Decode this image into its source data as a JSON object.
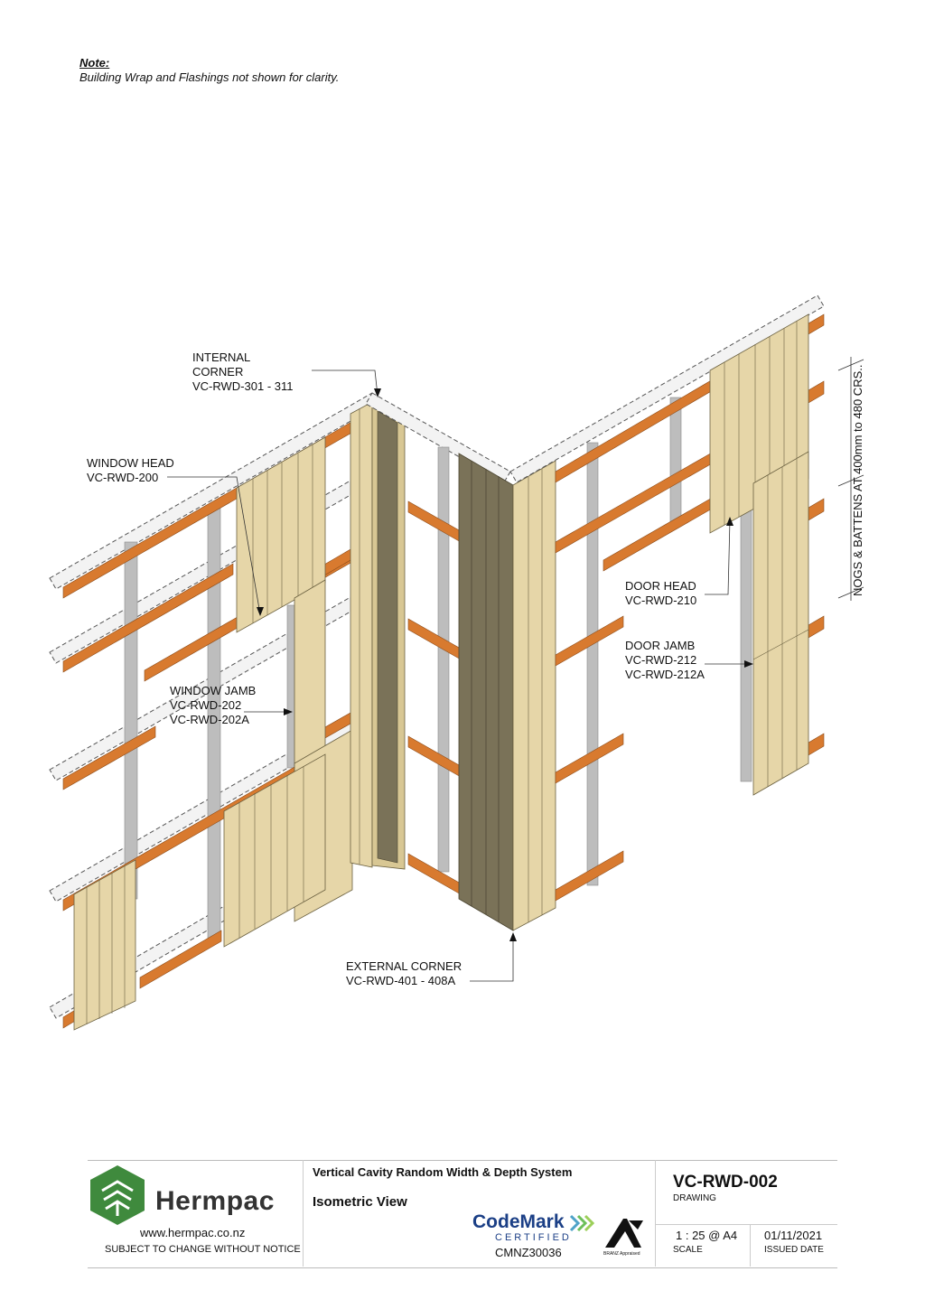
{
  "note": {
    "heading": "Note:",
    "text": "Building Wrap and Flashings not shown for clarity."
  },
  "labels": {
    "internal_corner": [
      "INTERNAL",
      "CORNER",
      "VC-RWD-301 - 311"
    ],
    "window_head": [
      "WINDOW HEAD",
      "VC-RWD-200"
    ],
    "window_jamb": [
      "WINDOW JAMB",
      "VC-RWD-202",
      "VC-RWD-202A"
    ],
    "door_head": [
      "DOOR HEAD",
      "VC-RWD-210"
    ],
    "door_jamb": [
      "DOOR JAMB",
      "VC-RWD-212",
      "VC-RWD-212A"
    ],
    "external_corner": [
      "EXTERNAL CORNER",
      "VC-RWD-401 - 408A"
    ],
    "nogs_battens": "NOGS & BATTENS AT 400mm to 480 CRS.."
  },
  "colors": {
    "batten": "#d87a2f",
    "cladding": "#e6d6a8",
    "cladding_dark": "#7a7258",
    "framing": "#f2f2f2",
    "brand_green": "#3f8a3d",
    "codemark_blue": "#1b3f86"
  },
  "titleblock": {
    "brand": "Hermpac",
    "website": "www.hermpac.co.nz",
    "notice": "SUBJECT TO CHANGE WITHOUT NOTICE",
    "system": "Vertical Cavity Random Width & Depth System",
    "view": "Isometric View",
    "codemark": "CodeMark",
    "codemark_certified": "CERTIFIED",
    "codemark_number": "CMNZ30036",
    "branz": "BRANZ Appraised",
    "drawing_number": "VC-RWD-002",
    "drawing_label": "DRAWING",
    "scale": "1 : 25 @ A4",
    "scale_label": "SCALE",
    "issued_date": "01/11/2021",
    "issued_label": "ISSUED DATE"
  }
}
